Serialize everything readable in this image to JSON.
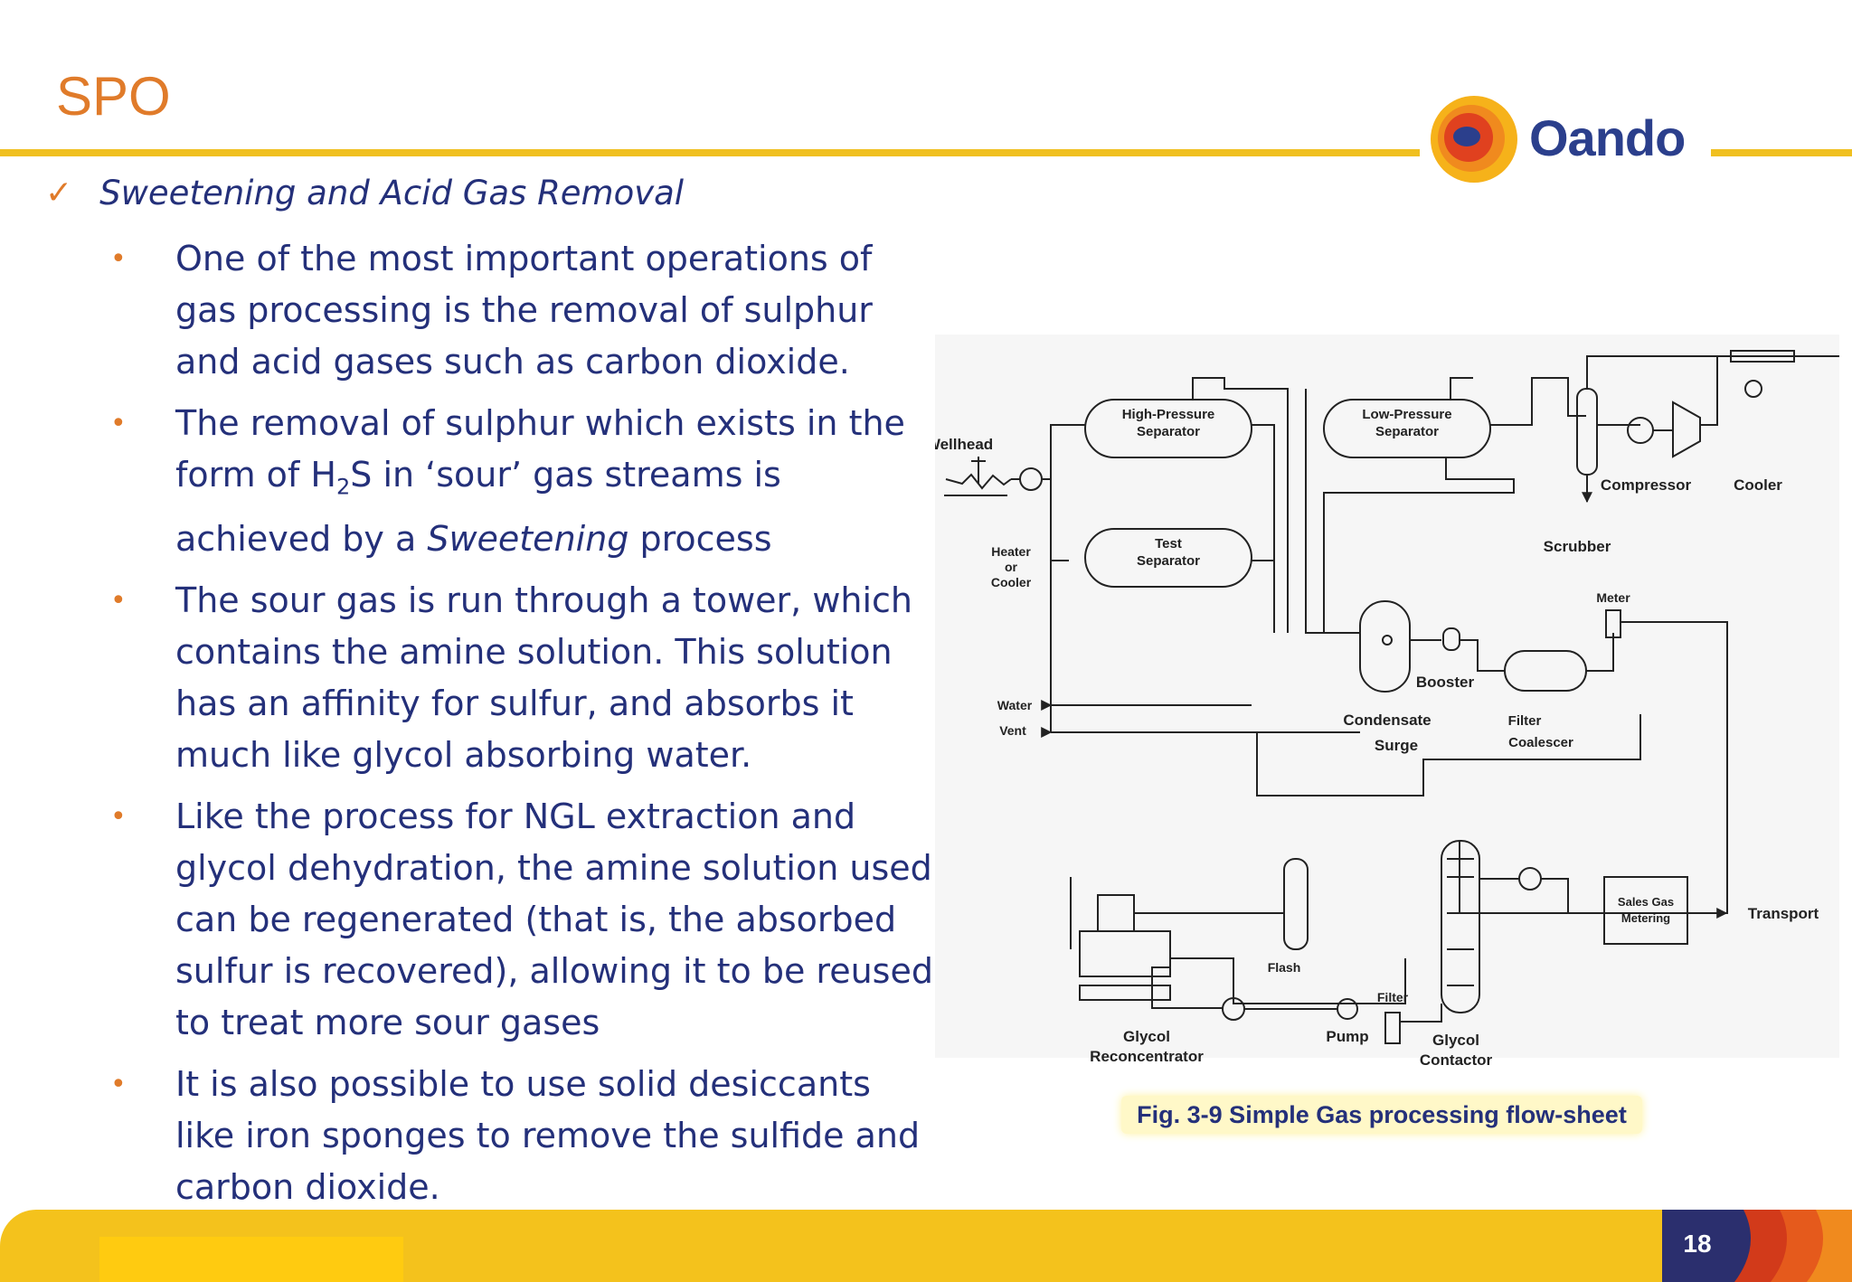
{
  "slide": {
    "title": "SPO",
    "page_number": "18"
  },
  "logo": {
    "text": "Oando"
  },
  "section": {
    "heading": "Sweetening and Acid Gas Removal"
  },
  "bullets": [
    "One of the most important operations of gas processing is the removal of sulphur and acid gases such as carbon dioxide.",
    {
      "pre": "The removal of  sulphur which exists in the form of H",
      "sub": "2",
      "mid": "S in ‘sour’ gas streams is achieved by a ",
      "em": "Sweetening",
      "post": " process"
    },
    "The sour gas is run through a tower, which contains the amine solution. This solution has an affinity for sulfur, and absorbs it much like glycol absorbing water.",
    "Like the process for NGL extraction and glycol dehydration, the amine solution used can be regenerated (that is, the absorbed sulfur is recovered), allowing it to be reused to treat more sour gases",
    "It is also possible to use solid desiccants like iron sponges to remove the sulfide and carbon dioxide."
  ],
  "figure": {
    "caption": "Fig. 3-9 Simple Gas processing flow-sheet",
    "labels": {
      "wellhead": "Wellhead",
      "hp_sep_1": "High-Pressure",
      "hp_sep_2": "Separator",
      "lp_sep_1": "Low-Pressure",
      "lp_sep_2": "Separator",
      "test_sep_1": "Test",
      "test_sep_2": "Separator",
      "heater_1": "Heater",
      "heater_2": "or",
      "heater_3": "Cooler",
      "compressor": "Compressor",
      "cooler": "Cooler",
      "scrubber": "Scrubber",
      "meter": "Meter",
      "booster": "Booster",
      "water": "Water",
      "vent": "Vent",
      "condensate_1": "Condensate",
      "condensate_2": "Surge",
      "filter_coal_1": "Filter",
      "filter_coal_2": "Coalescer",
      "sales_gas_1": "Sales Gas",
      "sales_gas_2": "Metering",
      "transport": "Transport",
      "flash": "Flash",
      "filter": "Filter",
      "pump": "Pump",
      "glycol_recon_1": "Glycol",
      "glycol_recon_2": "Reconcentrator",
      "glycol_cont_1": "Glycol",
      "glycol_cont_2": "Contactor"
    }
  },
  "colors": {
    "title": "#e07b2a",
    "text": "#24307a",
    "accent_yellow": "#f4c21c",
    "bullet": "#e07b2a",
    "logo_blue": "#2b3f8c"
  }
}
